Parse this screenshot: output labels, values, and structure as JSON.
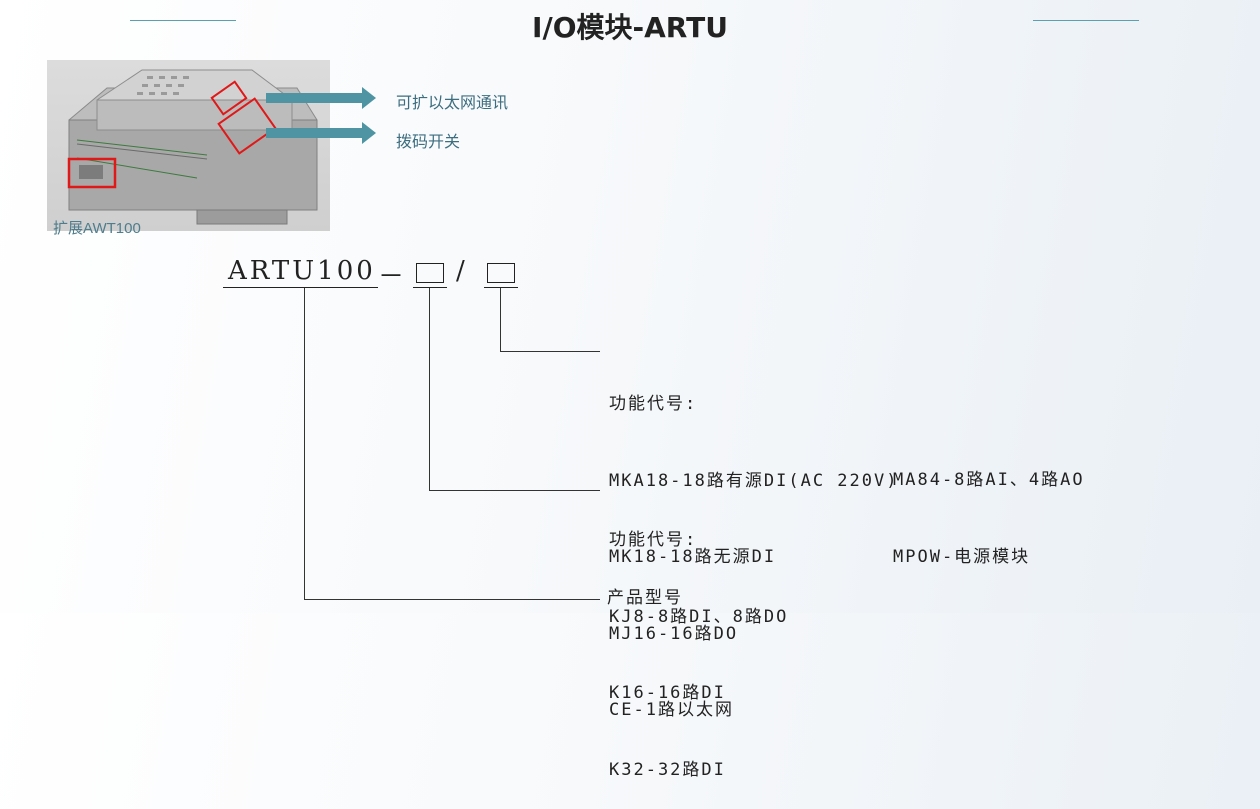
{
  "title": "I/O模块-ARTU",
  "device": {
    "caption": "扩展AWT100",
    "callouts": [
      "可扩以太网通讯",
      "拨码开关"
    ]
  },
  "model_code": {
    "base": "ARTU100",
    "dash": "－",
    "slash": "/"
  },
  "groups": {
    "function_b": {
      "heading": "功能代号:",
      "items": [
        "MKA18-18路有源DI(AC 220V)",
        "MK18-18路无源DI",
        "MJ16-16路DO",
        "CE-1路以太网"
      ],
      "items_right": [
        "MA84-8路AI、4路AO",
        "MPOW-电源模块"
      ]
    },
    "function_a": {
      "heading": "功能代号:",
      "items": [
        "KJ8-8路DI、8路DO",
        "K16-16路DI",
        "K32-32路DI"
      ]
    },
    "product": {
      "heading": "产品型号"
    }
  },
  "colors": {
    "accent": "#4e94a3",
    "highlight": "#e01818",
    "deco_line": "#5aa0ae"
  }
}
